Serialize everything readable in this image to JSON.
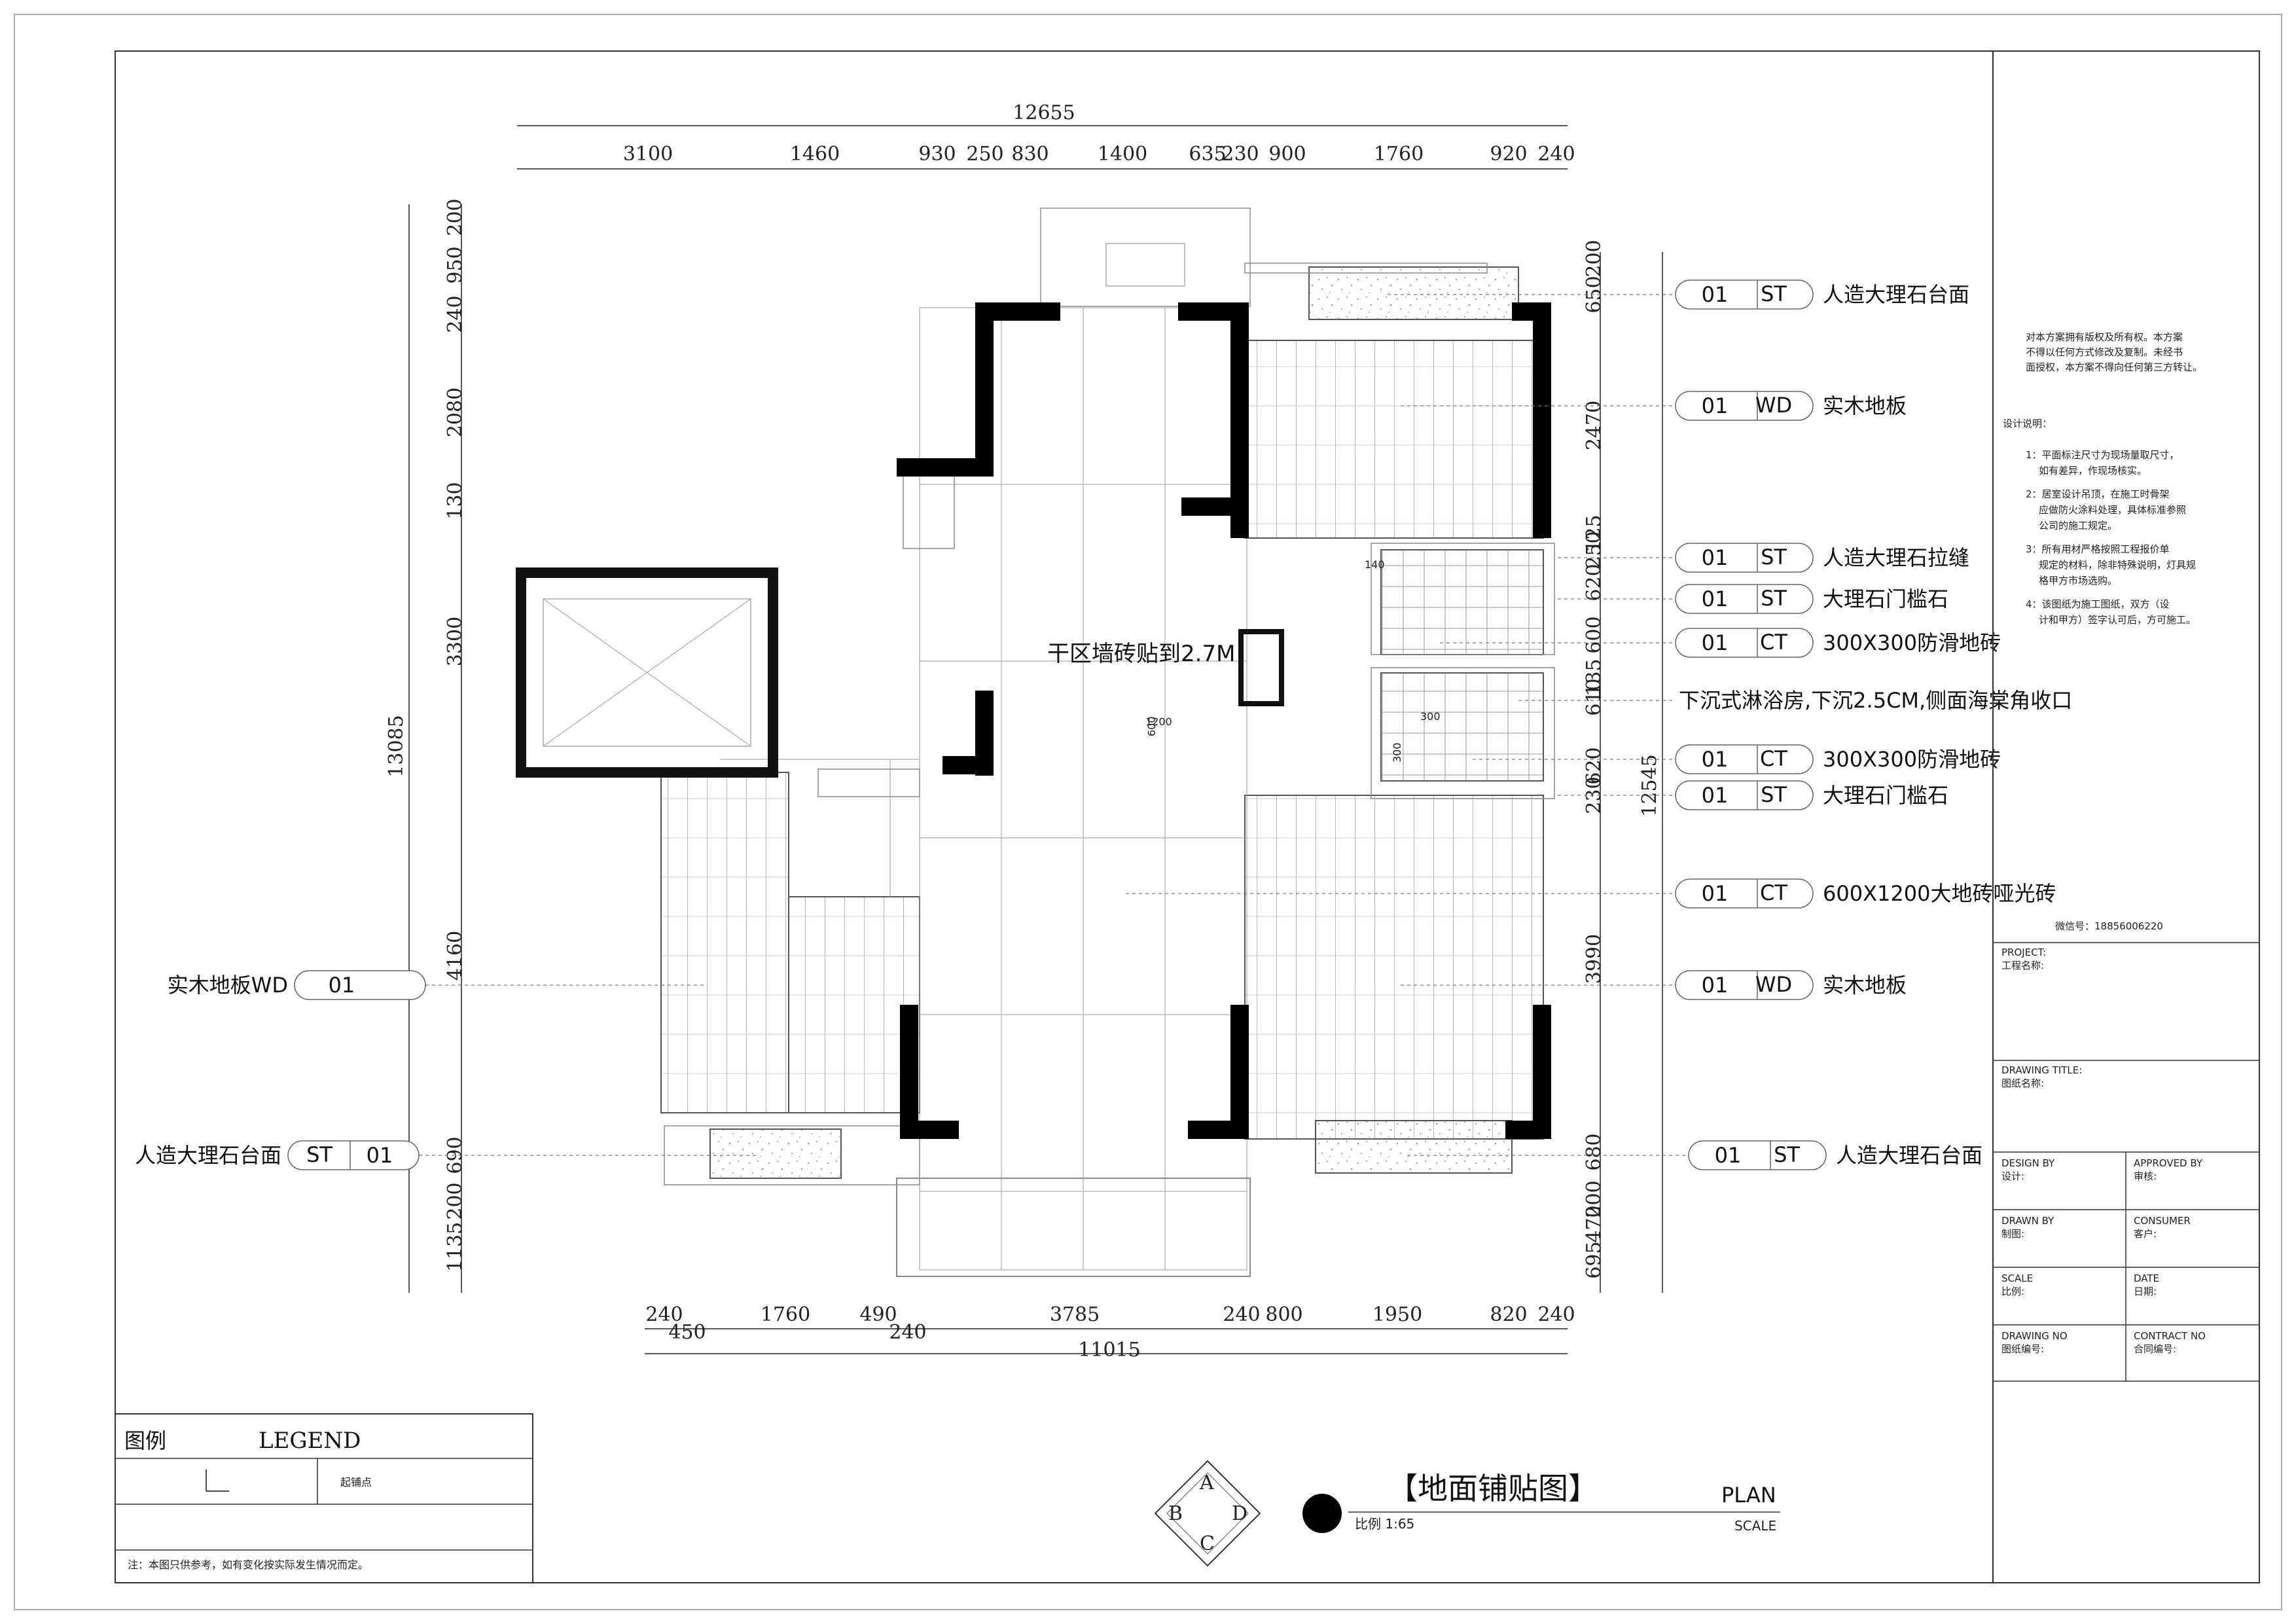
{
  "drawing": {
    "top_total": "12655",
    "top_dims": [
      "3100",
      "1460",
      "930",
      "250",
      "830",
      "1400",
      "635",
      "230",
      "900",
      "1760",
      "920",
      "240"
    ],
    "bottom_total": "11015",
    "bottom_dims": [
      "240",
      "450",
      "1760",
      "490",
      "240",
      "3785",
      "240",
      "800",
      "1950",
      "820",
      "240"
    ],
    "left_total": "13085",
    "left_dims": [
      "200",
      "950",
      "240",
      "2080",
      "130",
      "3300",
      "4160",
      "690",
      "200",
      "1135"
    ],
    "right_total": "12545",
    "right_dims": [
      "200",
      "650",
      "2470",
      "125",
      "250",
      "620",
      "600",
      "135",
      "610",
      "620",
      "230",
      "3990",
      "680",
      "200",
      "470",
      "695"
    ],
    "center_note": "干区墙砖贴到2.7M",
    "center_dims": [
      "600",
      "1200"
    ],
    "bath_dims": [
      "140",
      "300",
      "300"
    ]
  },
  "tags_right": [
    {
      "num": "01",
      "code": "ST",
      "text": "人造大理石台面"
    },
    {
      "num": "01",
      "code": "WD",
      "text": "实木地板"
    },
    {
      "num": "01",
      "code": "ST",
      "text": "人造大理石拉缝"
    },
    {
      "num": "01",
      "code": "ST",
      "text": "大理石门槛石"
    },
    {
      "num": "01",
      "code": "CT",
      "text": "300X300防滑地砖"
    },
    {
      "num": "",
      "code": "",
      "text": "下沉式淋浴房,下沉2.5CM,侧面海棠角收口"
    },
    {
      "num": "01",
      "code": "CT",
      "text": "300X300防滑地砖"
    },
    {
      "num": "01",
      "code": "ST",
      "text": "大理石门槛石"
    },
    {
      "num": "01",
      "code": "CT",
      "text": "600X1200大地砖哑光砖"
    },
    {
      "num": "01",
      "code": "WD",
      "text": "实木地板"
    },
    {
      "num": "01",
      "code": "ST",
      "text": "人造大理石台面"
    }
  ],
  "tags_left": [
    {
      "num": "01",
      "code": "WD",
      "text": "实木地板"
    },
    {
      "num": "01",
      "code": "ST",
      "text": "人造大理石台面"
    }
  ],
  "legend": {
    "title_cn": "图例",
    "title_en": "LEGEND",
    "item": "起铺点",
    "note": "注：本图只供参考，如有变化按实际发生情况而定。"
  },
  "plan_title": {
    "cn": "【地面铺贴图】",
    "en": "PLAN",
    "scale_cn": "比例 1:65",
    "scale_en": "SCALE",
    "compass": [
      "A",
      "B",
      "C",
      "D"
    ]
  },
  "title_block": {
    "copyright": [
      "对本方案拥有版权及所有权。本方案",
      "不得以任何方式修改及复制。未经书",
      "面授权，本方案不得向任何第三方转让。"
    ],
    "notes_title": "设计说明：",
    "notes": [
      [
        "1：平面标注尺寸为现场量取尺寸，",
        "如有差异，作现场核实。"
      ],
      [
        "2：居室设计吊顶，在施工时骨架",
        "应做防火涂料处理，具体标准参照",
        "公司的施工规定。"
      ],
      [
        "3：所有用材严格按照工程报价单",
        "规定的材料，除非特殊说明，灯具规",
        "格甲方市场选购。"
      ],
      [
        "4：该图纸为施工图纸，双方（设",
        "计和甲方）签字认可后，方可施工。"
      ]
    ],
    "wechat": "微信号：18856006220",
    "project_en": "PROJECT:",
    "project_cn": "工程名称:",
    "drawing_title_en": "DRAWING TITLE:",
    "drawing_title_cn": "图纸名称:",
    "design_by_en": "DESIGN BY",
    "design_by_cn": "设计:",
    "approved_by_en": "APPROVED BY",
    "approved_by_cn": "审核:",
    "drawn_by_en": "DRAWN BY",
    "drawn_by_cn": "制图:",
    "consumer_en": "CONSUMER",
    "consumer_cn": "客户:",
    "scale_en": "SCALE",
    "scale_cn": "比例:",
    "date_en": "DATE",
    "date_cn": "日期:",
    "drawing_no_en": "DRAWING NO",
    "drawing_no_cn": "图纸编号:",
    "contract_no_en": "CONTRACT NO",
    "contract_no_cn": "合同编号:"
  }
}
